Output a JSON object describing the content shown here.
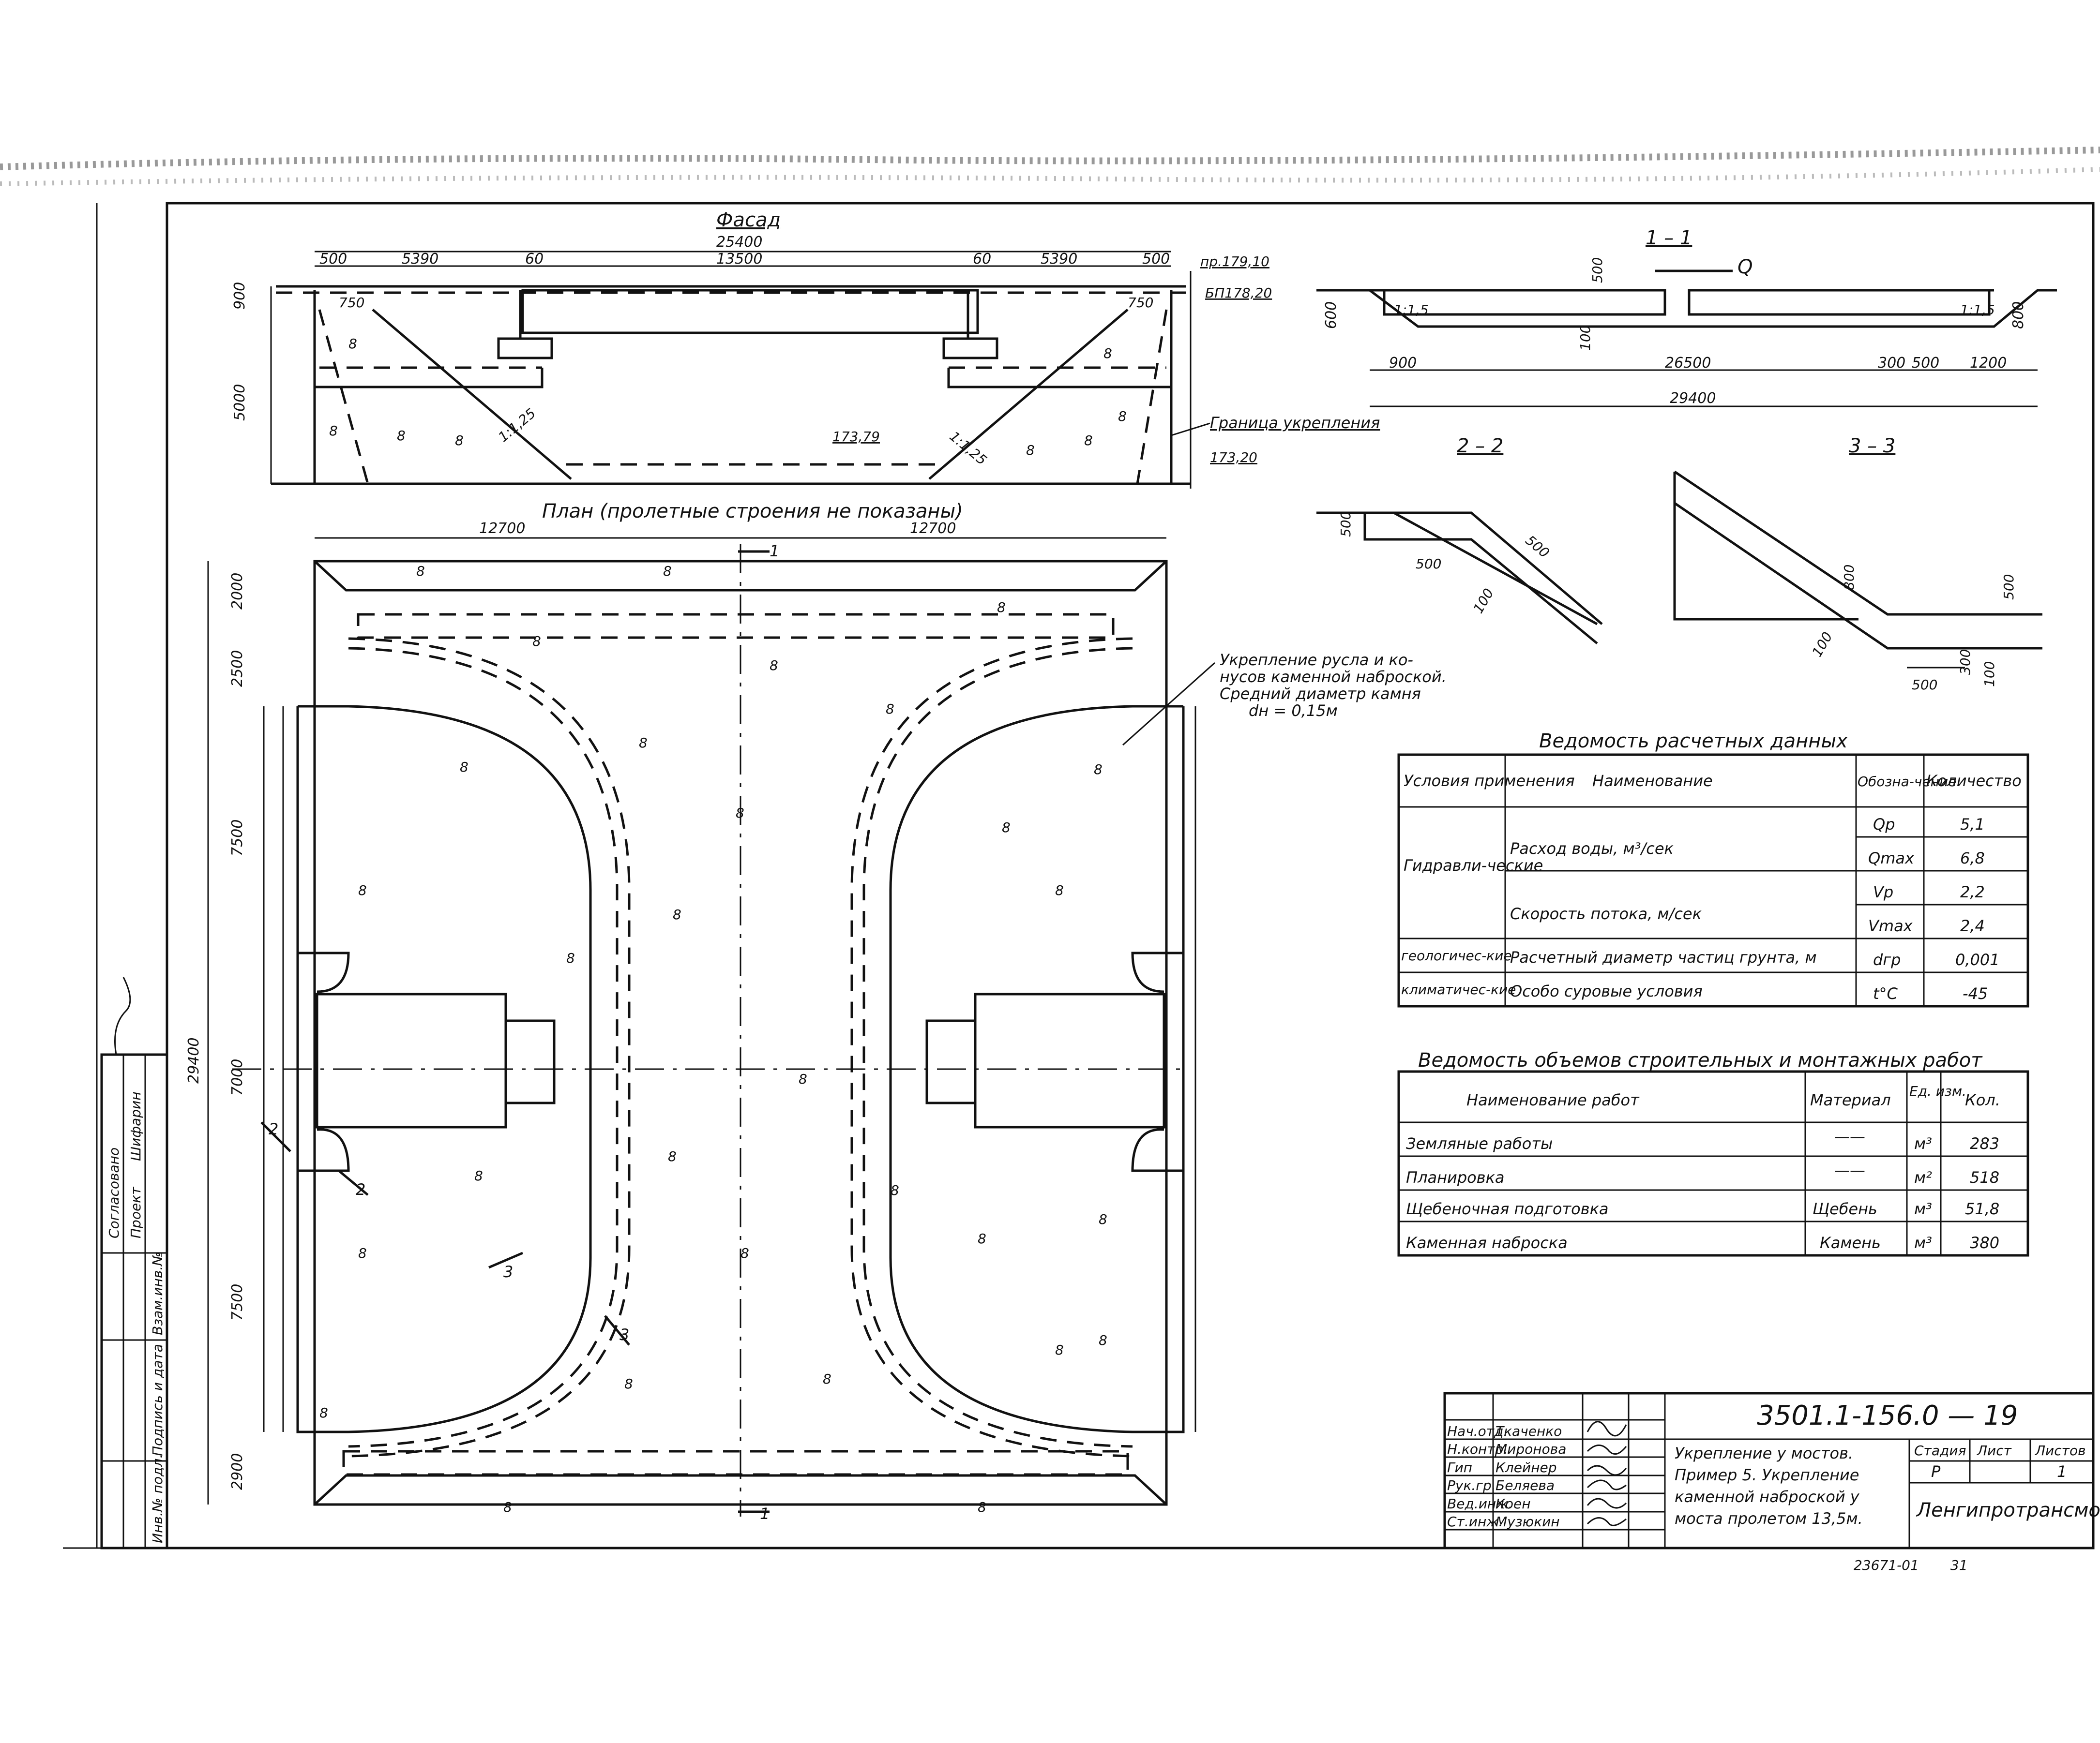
{
  "facade": {
    "title": "Фасад",
    "overall_dim": "25400",
    "dims": [
      "500",
      "5390",
      "60",
      "13500",
      "60",
      "5390",
      "500"
    ],
    "left_height_top": "900",
    "left_height_main": "5000",
    "corner_dim_left": "750",
    "corner_dim_right": "750",
    "slope_left": "1:1,25",
    "slope_right": "1:1,25",
    "water_level": "173,79",
    "bottom_level": "173,20",
    "deck_level": "пр.179,10",
    "bottom_flange_level": "БП178,20",
    "boundary_label": "Граница укрепления"
  },
  "plan": {
    "title": "План (пролетные строения не показаны)",
    "top_dims": [
      "12700",
      "12700"
    ],
    "left_dims": [
      "2000",
      "2500",
      "7500",
      "7000",
      "7500",
      "2900"
    ],
    "overall_height": "29400",
    "section_1_top": "1",
    "section_1_bottom": "1",
    "section_2": "2",
    "section_3": "3",
    "callout": [
      "Укрепление русла и ко-",
      "нусов каменной наброской.",
      "Средний диаметр камня",
      "dн = 0,15м"
    ]
  },
  "section11": {
    "title": "1 – 1",
    "flow_label": "Q",
    "dims_bottom": [
      "900",
      "26500",
      "300",
      "500",
      "1200"
    ],
    "overall": "29400",
    "left_h": "600",
    "right_h": "800",
    "thickness": "500",
    "thickness_low": "100",
    "slope_left": "1:1,5",
    "slope_right": "1:1,5"
  },
  "section22": {
    "title": "2 – 2",
    "h": "500",
    "w": "500",
    "slope": "500",
    "bottom": "100"
  },
  "section33": {
    "title": "3 – 3",
    "a": "800",
    "b": "500",
    "c": "100",
    "d": "500",
    "e": "100",
    "f": "300"
  },
  "design_table": {
    "title": "Ведомость расчетных данных",
    "headers": [
      "Условия применения",
      "Наименование",
      "Обозна-чение",
      "Количество"
    ],
    "group_hydro": "Гидравли-ческие",
    "row_q_name": "Расход воды, м³/сек",
    "row_v_name": "Скорость потока, м/сек",
    "group_geo": "геологичес-кие",
    "row_geo_name": "Расчетный диаметр частиц грунта, м",
    "group_clim": "климатичес-кие",
    "row_clim_name": "Особо суровые условия",
    "symbols": [
      "Qр",
      "Qmax",
      "Vр",
      "Vmax",
      "dгр",
      "t°С"
    ],
    "values": [
      "5,1",
      "6,8",
      "2,2",
      "2,4",
      "0,001",
      "-45"
    ]
  },
  "works_table": {
    "title": "Ведомость объемов строительных и монтажных работ",
    "headers": [
      "Наименование работ",
      "Материал",
      "Ед. изм.",
      "Кол."
    ],
    "rows": [
      {
        "name": "Земляные работы",
        "material": "——",
        "unit": "м³",
        "qty": "283"
      },
      {
        "name": "Планировка",
        "material": "——",
        "unit": "м²",
        "qty": "518"
      },
      {
        "name": "Щебеночная подготовка",
        "material": "Щебень",
        "unit": "м³",
        "qty": "51,8"
      },
      {
        "name": "Каменная наброска",
        "material": "Камень",
        "unit": "м³",
        "qty": "380"
      }
    ]
  },
  "title_block": {
    "code": "3501.1-156.0 — 19",
    "roles": [
      "Нач.отд.",
      "Н.контр.",
      "Гип",
      "Рук.гр.",
      "Вед.инж.",
      "Ст.инж."
    ],
    "names": [
      "Ткаченко",
      "Миронова",
      "Клейнер",
      "Беляева",
      "Коен",
      "Музюкин"
    ],
    "desc": [
      "Укрепление у мостов.",
      "Пример 5. Укрепление",
      "каменной наброской у",
      "моста пролетом 13,5м."
    ],
    "stage_h": "Стадия",
    "sheet_h": "Лист",
    "sheets_h": "Листов",
    "stage_v": "Р",
    "sheets_v": "1",
    "org": "Ленгипротрансмост",
    "inventory": "23671-01",
    "page": "31"
  },
  "side_stamp": [
    "Согласовано",
    "Проект",
    "Шифарин",
    "Взам.инв.№",
    "Подпись и дата",
    "Инв.№ подл."
  ]
}
